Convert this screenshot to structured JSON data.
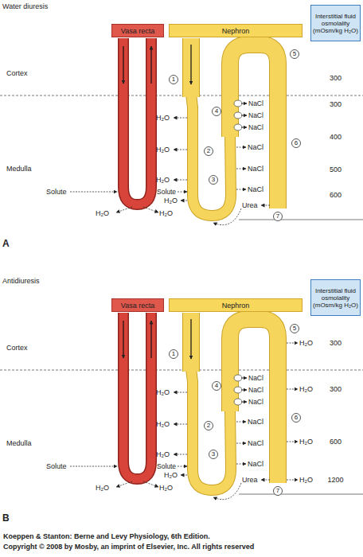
{
  "diagram": {
    "nodes": [
      {
        "text": [
          "Vasa recta"
        ]
      },
      {
        "text": [
          "Nephron"
        ]
      },
      {
        "text": [
          "Interstitial fluid osmolality (mOsm/kg H₂O)"
        ]
      },
      {
        "text": [
          "1"
        ]
      },
      {
        "text": [
          "2"
        ]
      },
      {
        "text": [
          "3"
        ]
      },
      {
        "text": [
          "4"
        ]
      },
      {
        "text": [
          "5"
        ]
      },
      {
        "text": [
          "6"
        ]
      },
      {
        "text": [
          "7"
        ]
      },
      {
        "text": [
          "Vasa recta"
        ]
      },
      {
        "text": [
          "Nephron"
        ]
      },
      {
        "text": [
          "Interstitial fluid osmolality (mOsm/kg H₂O)"
        ]
      },
      {
        "text": [
          "1"
        ]
      },
      {
        "text": [
          "2"
        ]
      },
      {
        "text": [
          "3"
        ]
      },
      {
        "text": [
          "4"
        ]
      },
      {
        "text": [
          "5"
        ]
      },
      {
        "text": [
          "6"
        ]
      },
      {
        "text": [
          "7"
        ]
      }
    ],
    "labels": [
      "Water diuresis",
      "Cortex",
      "Medulla",
      "300",
      "300",
      "400",
      "500",
      "600",
      "H₂O",
      "H₂O",
      "H₂O",
      "NaCl",
      "NaCl",
      "NaCl",
      "NaCl",
      "NaCl",
      "NaCl",
      "Solute",
      "Solute",
      "H₂O",
      "Urea",
      "H₂O",
      "H₂O",
      "A",
      "Antidiuresis",
      "Cortex",
      "Medulla",
      "300",
      "300",
      "600",
      "1200",
      "H₂O",
      "H₂O",
      "H₂O",
      "NaCl",
      "NaCl",
      "NaCl",
      "NaCl",
      "NaCl",
      "NaCl",
      "Solute",
      "Solute",
      "H₂O",
      "Urea",
      "H₂O",
      "H₂O",
      "H₂O",
      "H₂O",
      "H₂O",
      "H₂O",
      "B",
      "Koeppen & Stanton: Berne and Levy Physiology, 6th Edition.",
      "Copyright © 2008 by Mosby, an imprint of Elsevier, Inc. All rights reserved"
    ]
  }
}
